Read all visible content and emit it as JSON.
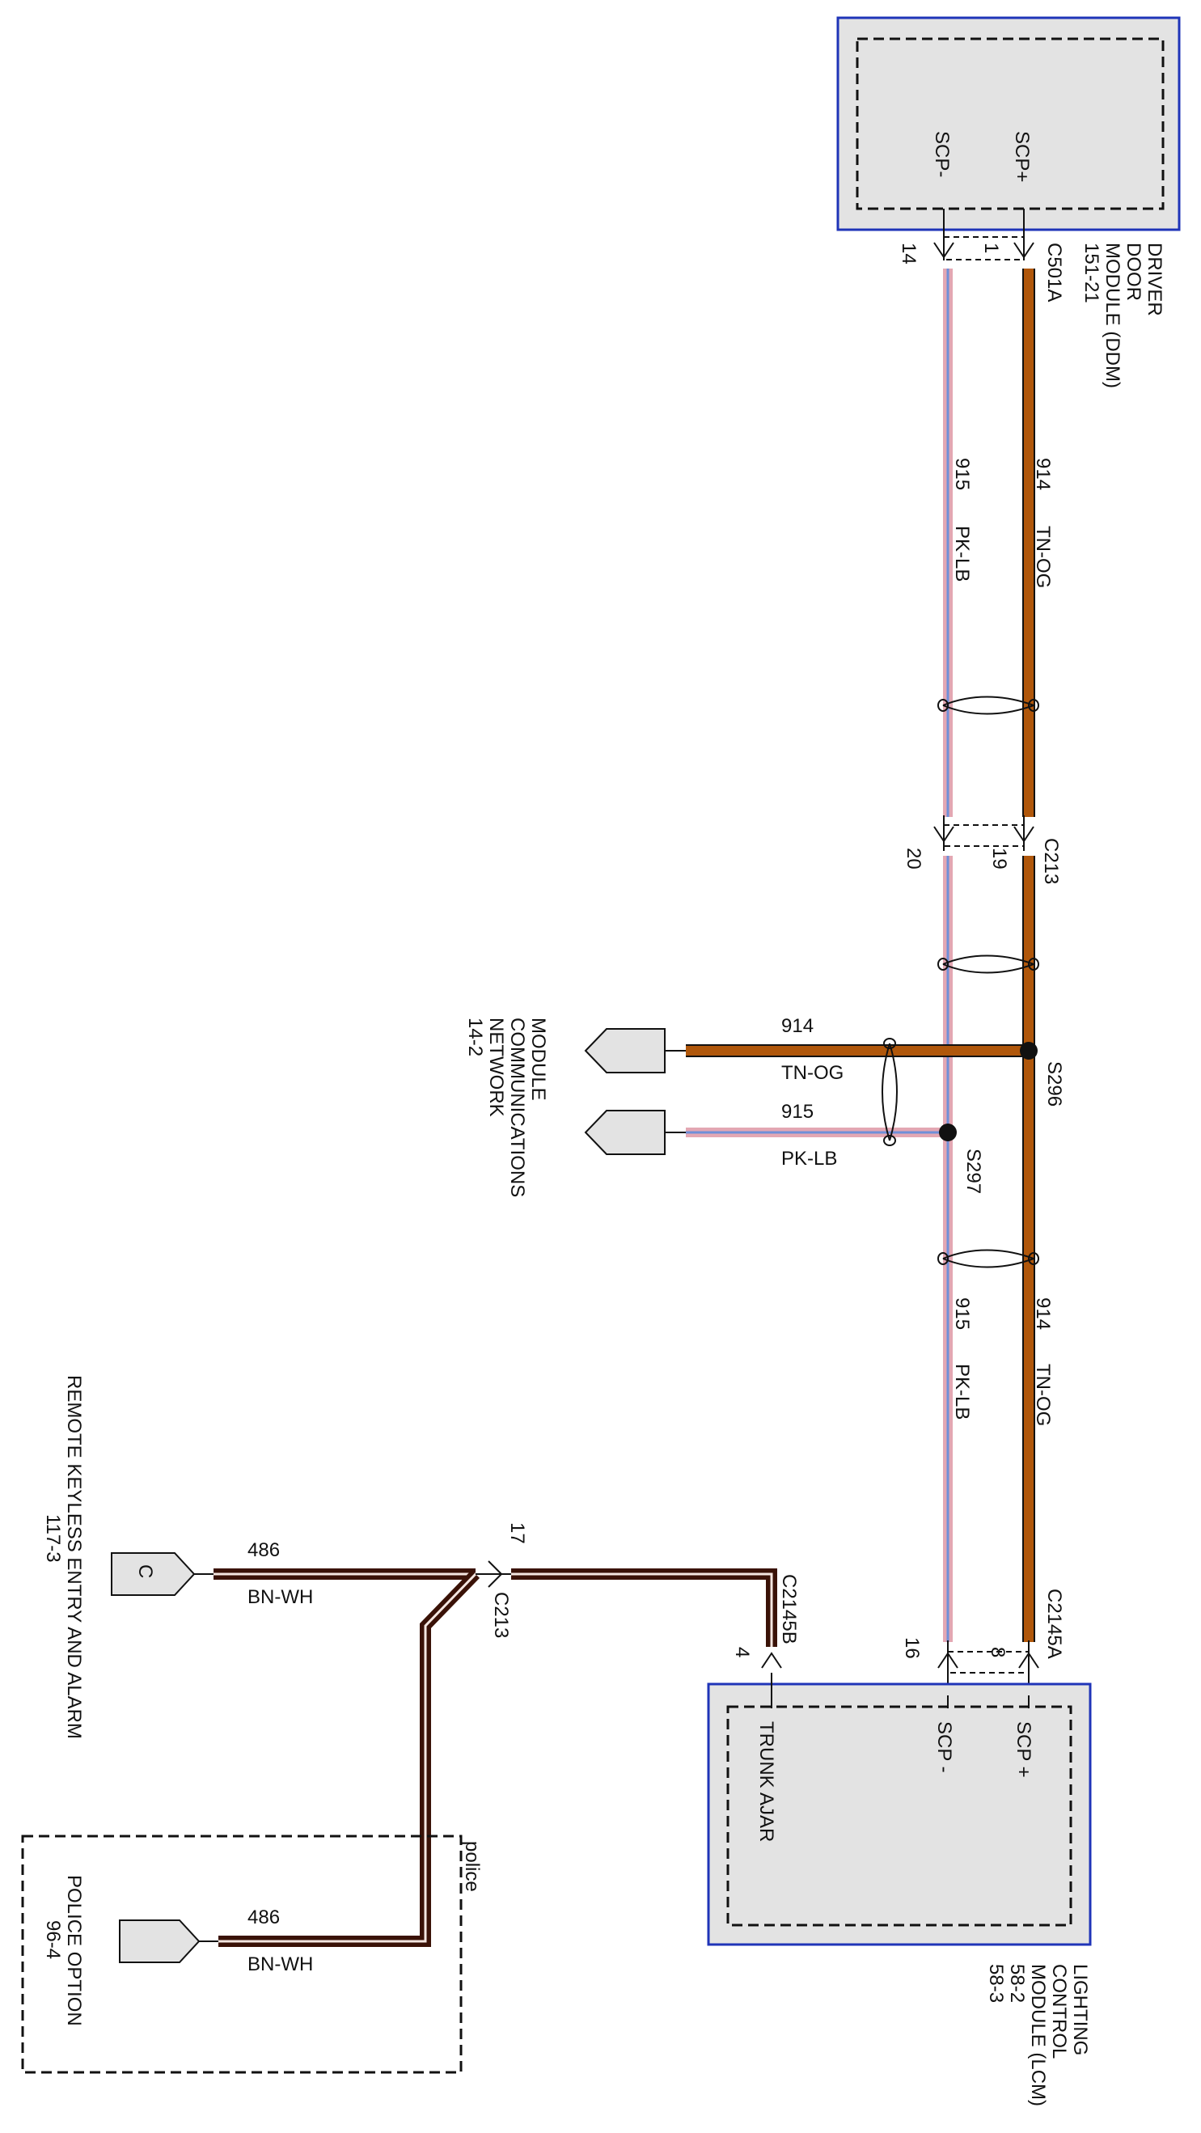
{
  "colors": {
    "tn_og": "#b0570b",
    "pk_lb": "#e3a7b3",
    "pk_lb_stripe": "#6f8fd8",
    "bn_wh": "#3a1207",
    "bn_wh_stripe": "#f4e6e0",
    "module_border": "#1f34b8",
    "module_fill": "#e3e3e3",
    "ink": "#111111"
  },
  "ddm": {
    "lines": [
      "DRIVER",
      "DOOR",
      "MODULE (DDM)",
      "151-21"
    ],
    "pin_scp_minus": "SCP-",
    "pin_scp_plus": "SCP+"
  },
  "lcm": {
    "lines": [
      "LIGHTING",
      "CONTROL",
      "MODULE (LCM)",
      "58-2",
      "58-3"
    ],
    "pin_scp_plus": "SCP +",
    "pin_scp_minus": "SCP -",
    "pin_trunk": "TRUNK AJAR"
  },
  "connectors": {
    "c501a": {
      "name": "C501A",
      "pin_a": "14",
      "pin_b": "1"
    },
    "c213_top": {
      "name": "C213",
      "pin_a": "20",
      "pin_b": "19"
    },
    "c2145a": {
      "name": "C2145A",
      "pin_a": "16",
      "pin_b": "8"
    },
    "c2145b": {
      "name": "C2145B",
      "pin": "4"
    },
    "c213_bottom": {
      "name": "C213",
      "pin": "17"
    }
  },
  "splices": {
    "s296": "S296",
    "s297": "S297"
  },
  "wires": {
    "tn_og_top": {
      "circuit": "914",
      "color": "TN-OG"
    },
    "pk_lb_top": {
      "circuit": "915",
      "color": "PK-LB"
    },
    "tn_og_bottom": {
      "circuit": "914",
      "color": "TN-OG"
    },
    "pk_lb_bottom": {
      "circuit": "915",
      "color": "PK-LB"
    },
    "tn_og_branch": {
      "circuit": "914",
      "color": "TN-OG"
    },
    "pk_lb_branch": {
      "circuit": "915",
      "color": "PK-LB"
    },
    "bn_wh_rke": {
      "circuit": "486",
      "color": "BN-WH"
    },
    "bn_wh_police": {
      "circuit": "486",
      "color": "BN-WH"
    }
  },
  "refs": {
    "mcn": {
      "lines": [
        "MODULE",
        "COMMUNICATIONS",
        "NETWORK",
        "14-2"
      ]
    },
    "rke": {
      "lines": [
        "REMOTE KEYLESS ENTRY AND ALARM",
        "117-3"
      ],
      "flag": "C"
    },
    "police": {
      "lines": [
        "POLICE OPTION",
        "96-4"
      ],
      "box_label": "police"
    }
  }
}
